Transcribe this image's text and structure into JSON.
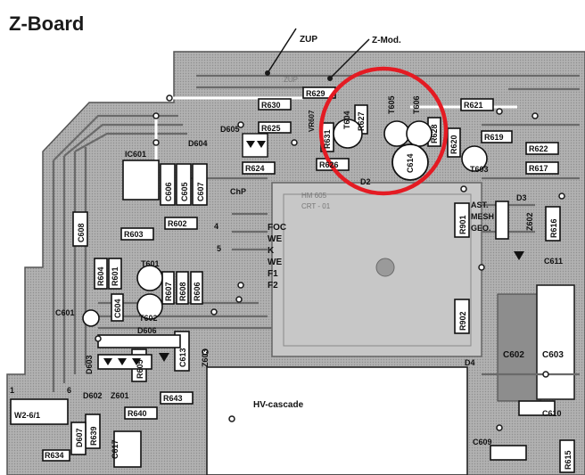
{
  "board": {
    "title": "Z-Board",
    "colors": {
      "pcb": "#a9a9a9",
      "trace": "#6a6a6a",
      "highlight": "#e41b23"
    },
    "callouts": {
      "zup": "ZUP",
      "zmod": "Z-Mod."
    },
    "resistors": {
      "r629": "R629",
      "r630": "R630",
      "r625": "R625",
      "r624": "R624",
      "r627": "R627",
      "r631": "R631",
      "r628": "R628",
      "r621": "R621",
      "r626": "R626",
      "r620": "R620",
      "r619": "R619",
      "r622": "R622",
      "r617": "R617",
      "r602": "R602",
      "r603": "R603",
      "r604": "R604",
      "r601": "R601",
      "r607": "R607",
      "r608": "R608",
      "r606": "R606",
      "r605": "R605",
      "r643": "R643",
      "r640": "R640",
      "r639": "R639",
      "r634": "R634",
      "r901": "R901",
      "r902": "R902",
      "r616": "R616",
      "r615": "R615",
      "vr607": "VR607"
    },
    "transistors": {
      "t604": "T604",
      "t605": "T605",
      "t606": "T606",
      "t603": "T603",
      "t601": "T601",
      "t602": "T602",
      "t602b": "T602"
    },
    "diodes": {
      "d605": "D605",
      "d604": "D604",
      "d2": "D2",
      "d3": "D3",
      "d4": "D4",
      "d606": "D606",
      "d603": "D603",
      "d602": "D602",
      "d607": "D607"
    },
    "zeners": {
      "z602": "Z602",
      "z603": "Z603",
      "z601": "Z601"
    },
    "capacitors": {
      "c614": "C614",
      "c606": "C606",
      "c605": "C605",
      "c607": "C607",
      "c608": "C608",
      "c601": "C601",
      "c604": "C604",
      "c613": "C613",
      "c602": "C602",
      "c603": "C603",
      "c611": "C611",
      "c610": "C610",
      "c609": "C609",
      "c617": "C617"
    },
    "ic": {
      "ic601": "IC601",
      "chp": "ChP"
    },
    "connector_pins": [
      "FOC",
      "WE",
      "K",
      "WE",
      "F1",
      "F2"
    ],
    "switch_labels": [
      "AST.",
      "MESH",
      "GEO."
    ],
    "ic_pins": {
      "p4": "4",
      "p5": "5"
    },
    "header": {
      "label": "W2-6/1",
      "pin1": "1",
      "pin6": "6"
    },
    "hv_cascade": "HV-cascade",
    "ghost_text": {
      "zup": "ZUP",
      "hm605": "HM 605",
      "crt": "CRT - 01"
    }
  }
}
